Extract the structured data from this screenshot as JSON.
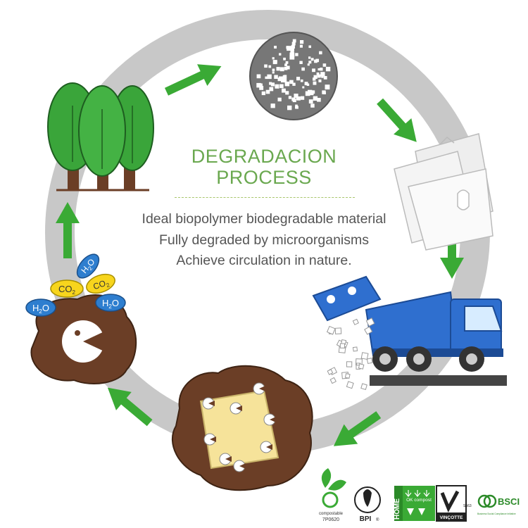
{
  "title": {
    "line1": "DEGRADACION",
    "line2": "PROCESS"
  },
  "description": [
    "Ideal biopolymer biodegradable material",
    "Fully degraded by microorganisms",
    "Achieve circulation in nature."
  ],
  "molecules": {
    "h2o": [
      "H",
      "O"
    ],
    "co2": [
      "CO",
      "2"
    ],
    "subscript_2": "2"
  },
  "certifications": {
    "seedling_text": "compostable",
    "seedling_code": "7P0620",
    "bpi": "BPI",
    "bpi_mark": "®",
    "home": "HOME",
    "ok_compost": "OK compost",
    "vincotte": "VINÇOTTE",
    "vincotte_code": "S563",
    "bsci": "BSCI",
    "bsci_sub": "Business Social Compliance Initiative"
  },
  "colors": {
    "ring": "#c8c8c8",
    "arrow": "#3aaa35",
    "title": "#6aa84f",
    "soil": "#6b3e26",
    "tree": "#3aa53a",
    "truck": "#2f6fcf",
    "film": "#e8e8e8"
  }
}
